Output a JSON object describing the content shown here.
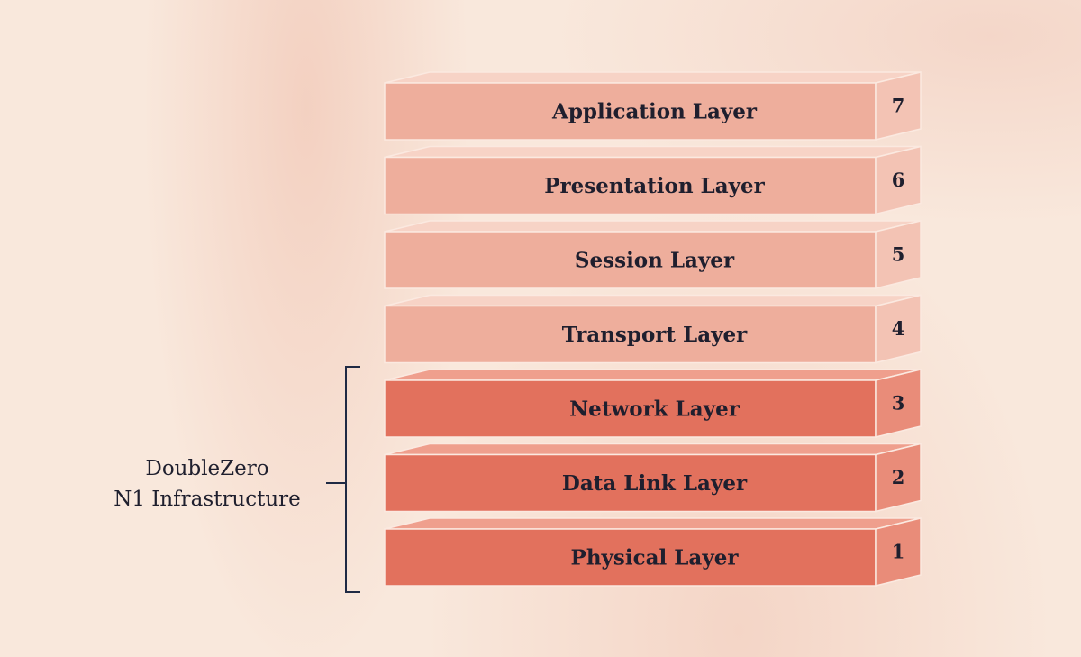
{
  "layers": [
    {
      "label": "Application Layer",
      "number": "7",
      "tier": "upper"
    },
    {
      "label": "Presentation Layer",
      "number": "6",
      "tier": "upper"
    },
    {
      "label": "Session Layer",
      "number": "5",
      "tier": "upper"
    },
    {
      "label": "Transport Layer",
      "number": "4",
      "tier": "upper"
    },
    {
      "label": "Network Layer",
      "number": "3",
      "tier": "lower"
    },
    {
      "label": "Data Link Layer",
      "number": "2",
      "tier": "lower"
    },
    {
      "label": "Physical Layer",
      "number": "1",
      "tier": "lower"
    }
  ],
  "group": {
    "line1": "DoubleZero",
    "line2": "N1 Infrastructure"
  },
  "colors": {
    "upper_front": "#eeae9c",
    "upper_side": "#f3c3b4",
    "upper_top": "#f7d3c6",
    "lower_front": "#e2715d",
    "lower_side": "#e98c79",
    "lower_top": "#ef9f8d",
    "edge": "#fbe9e0",
    "text": "#1f1f2e"
  }
}
